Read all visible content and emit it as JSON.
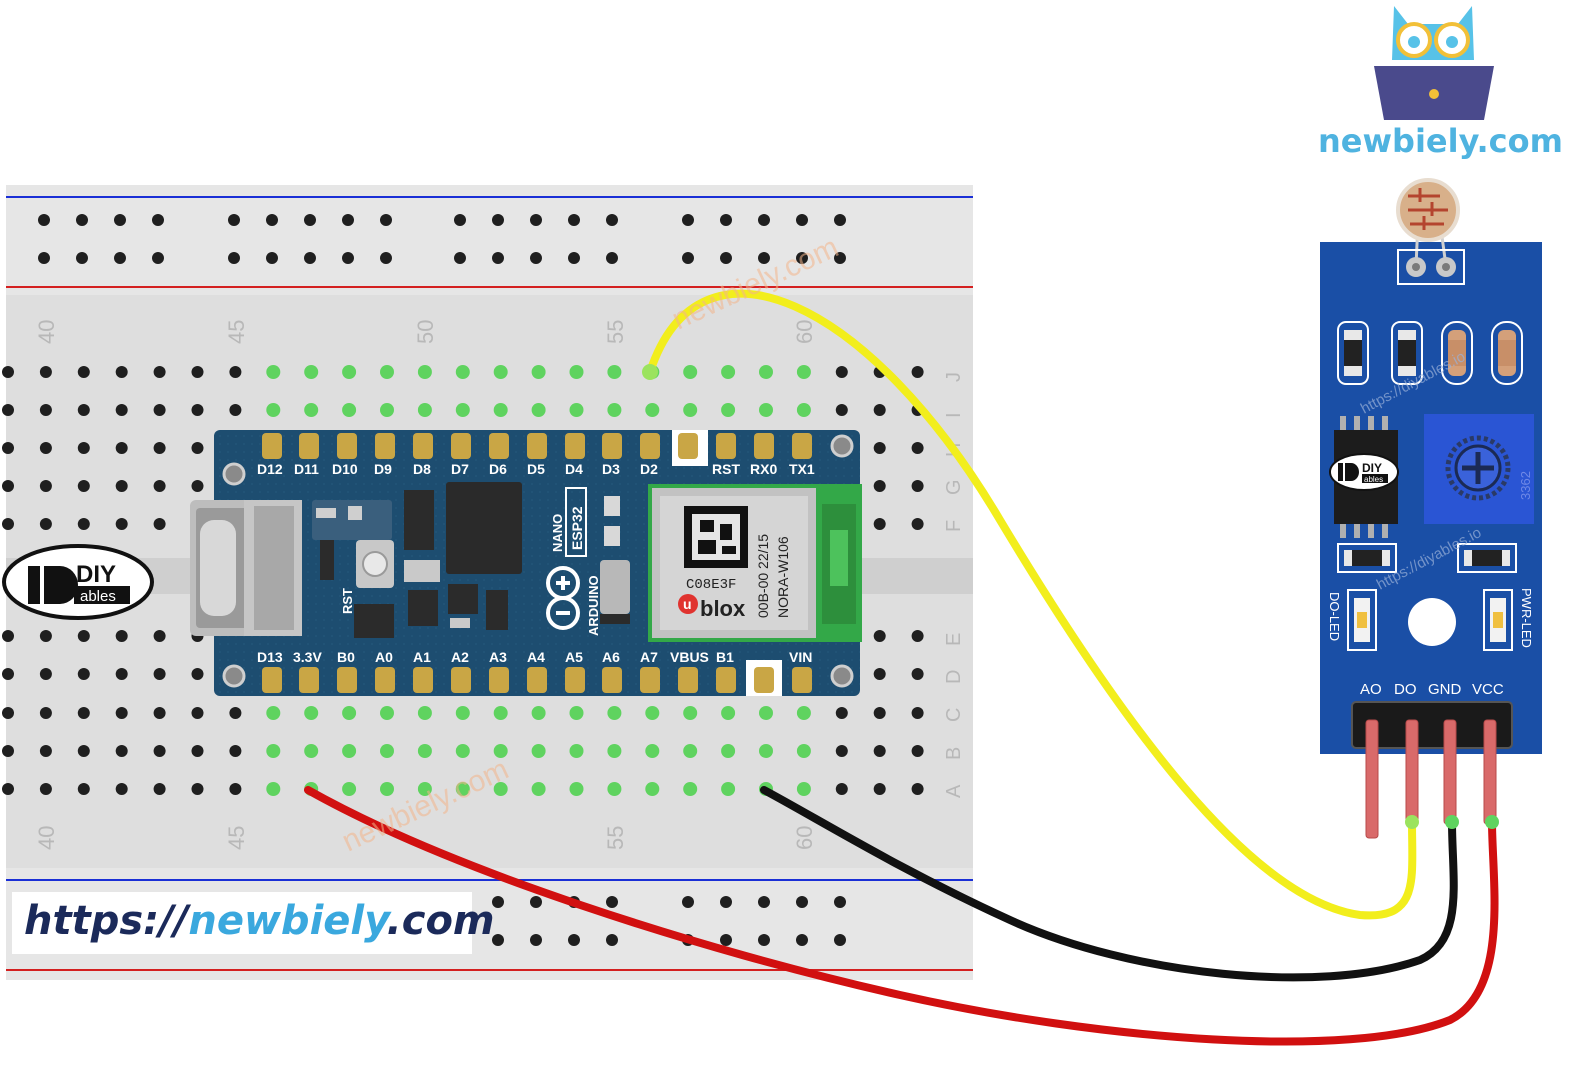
{
  "brand": {
    "name": "newbiely.com"
  },
  "website": {
    "prefix": "https://",
    "name": "newbiely",
    "suffix": ".com"
  },
  "watermarks": [
    "newbiely.com",
    "newbiely.com",
    "https://diyables.io",
    "https://diyables.io"
  ],
  "breadboard": {
    "column_numbers": [
      "40",
      "45",
      "50",
      "55",
      "60"
    ],
    "row_letters_top": [
      "J",
      "I",
      "H",
      "G",
      "F"
    ],
    "row_letters_bottom": [
      "E",
      "D",
      "C",
      "B",
      "A"
    ]
  },
  "diy_logo": {
    "top": "DIY",
    "bottom": "ables"
  },
  "arduino": {
    "top_pins": [
      "D12",
      "D11",
      "D10",
      "D9",
      "D8",
      "D7",
      "D6",
      "D5",
      "D4",
      "D3",
      "D2",
      "RST",
      "RX0",
      "TX1"
    ],
    "bottom_pins": [
      "D13",
      "3.3V",
      "B0",
      "A0",
      "A1",
      "A2",
      "A3",
      "A4",
      "A5",
      "A6",
      "A7",
      "VBUS",
      "B1",
      "VIN"
    ],
    "model_top": "NANO",
    "model_bottom": "ESP32",
    "brand": "ARDUINO",
    "rst_label": "RST",
    "module_code": "C08E3F",
    "module_line1": "00B-00 22/15",
    "module_line2": "NORA-W106",
    "module_brand": "blox",
    "module_brand_u": "u"
  },
  "sensor": {
    "pins": [
      "AO",
      "DO",
      "GND",
      "VCC"
    ],
    "do_led": "DO-LED",
    "pwr_led": "PWR-LED",
    "pot_text": "3362",
    "logo_top": "DIY",
    "logo_bottom": "ables"
  },
  "wires": [
    {
      "name": "DO",
      "color": "#f2ee1c"
    },
    {
      "name": "GND",
      "color": "#111111"
    },
    {
      "name": "VCC",
      "color": "#d11010"
    }
  ],
  "colors": {
    "board_pcb": "#1d4d70",
    "sensor_pcb": "#1a4fa6",
    "rail_blue": "#1a2fd6",
    "rail_red": "#d42020",
    "active_hole": "#5fd35f",
    "brand_blue": "#4fb3e0"
  }
}
